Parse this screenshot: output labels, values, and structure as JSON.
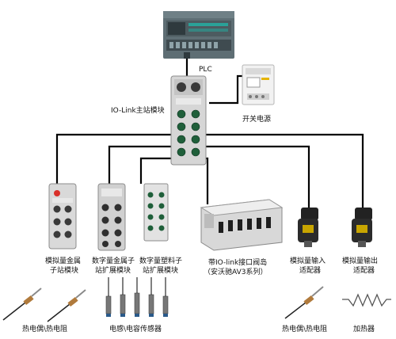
{
  "labels": {
    "plc": "PLC",
    "master": "IO-Link主站模块",
    "power": "开关电源",
    "analog_metal_hub": [
      "模拟量金属",
      "子站模块"
    ],
    "digital_metal_hub": [
      "数字量金属子",
      "站扩展模块"
    ],
    "digital_plastic_hub": [
      "数字量塑料子",
      "站扩展模块"
    ],
    "valve_island": [
      "带IO-link接口阀岛",
      "（安沃驰AV3系列）"
    ],
    "analog_input_adapter": [
      "模拟量输入",
      "适配器"
    ],
    "analog_output_adapter": [
      "模拟量输出",
      "适配器"
    ],
    "thermocouple_left": "热电偶\\热电阻",
    "inductive_sensors": "电感\\电容传感器",
    "thermocouple_right": "热电偶\\热电阻",
    "heater": "加热器"
  },
  "colors": {
    "cable": "#000000",
    "plc_body": "#5e6e74",
    "plc_accent": "#2aa198",
    "module_body": "#d6d6d6",
    "power_body": "#f2f2f2",
    "connector": "#1f5f3a"
  }
}
